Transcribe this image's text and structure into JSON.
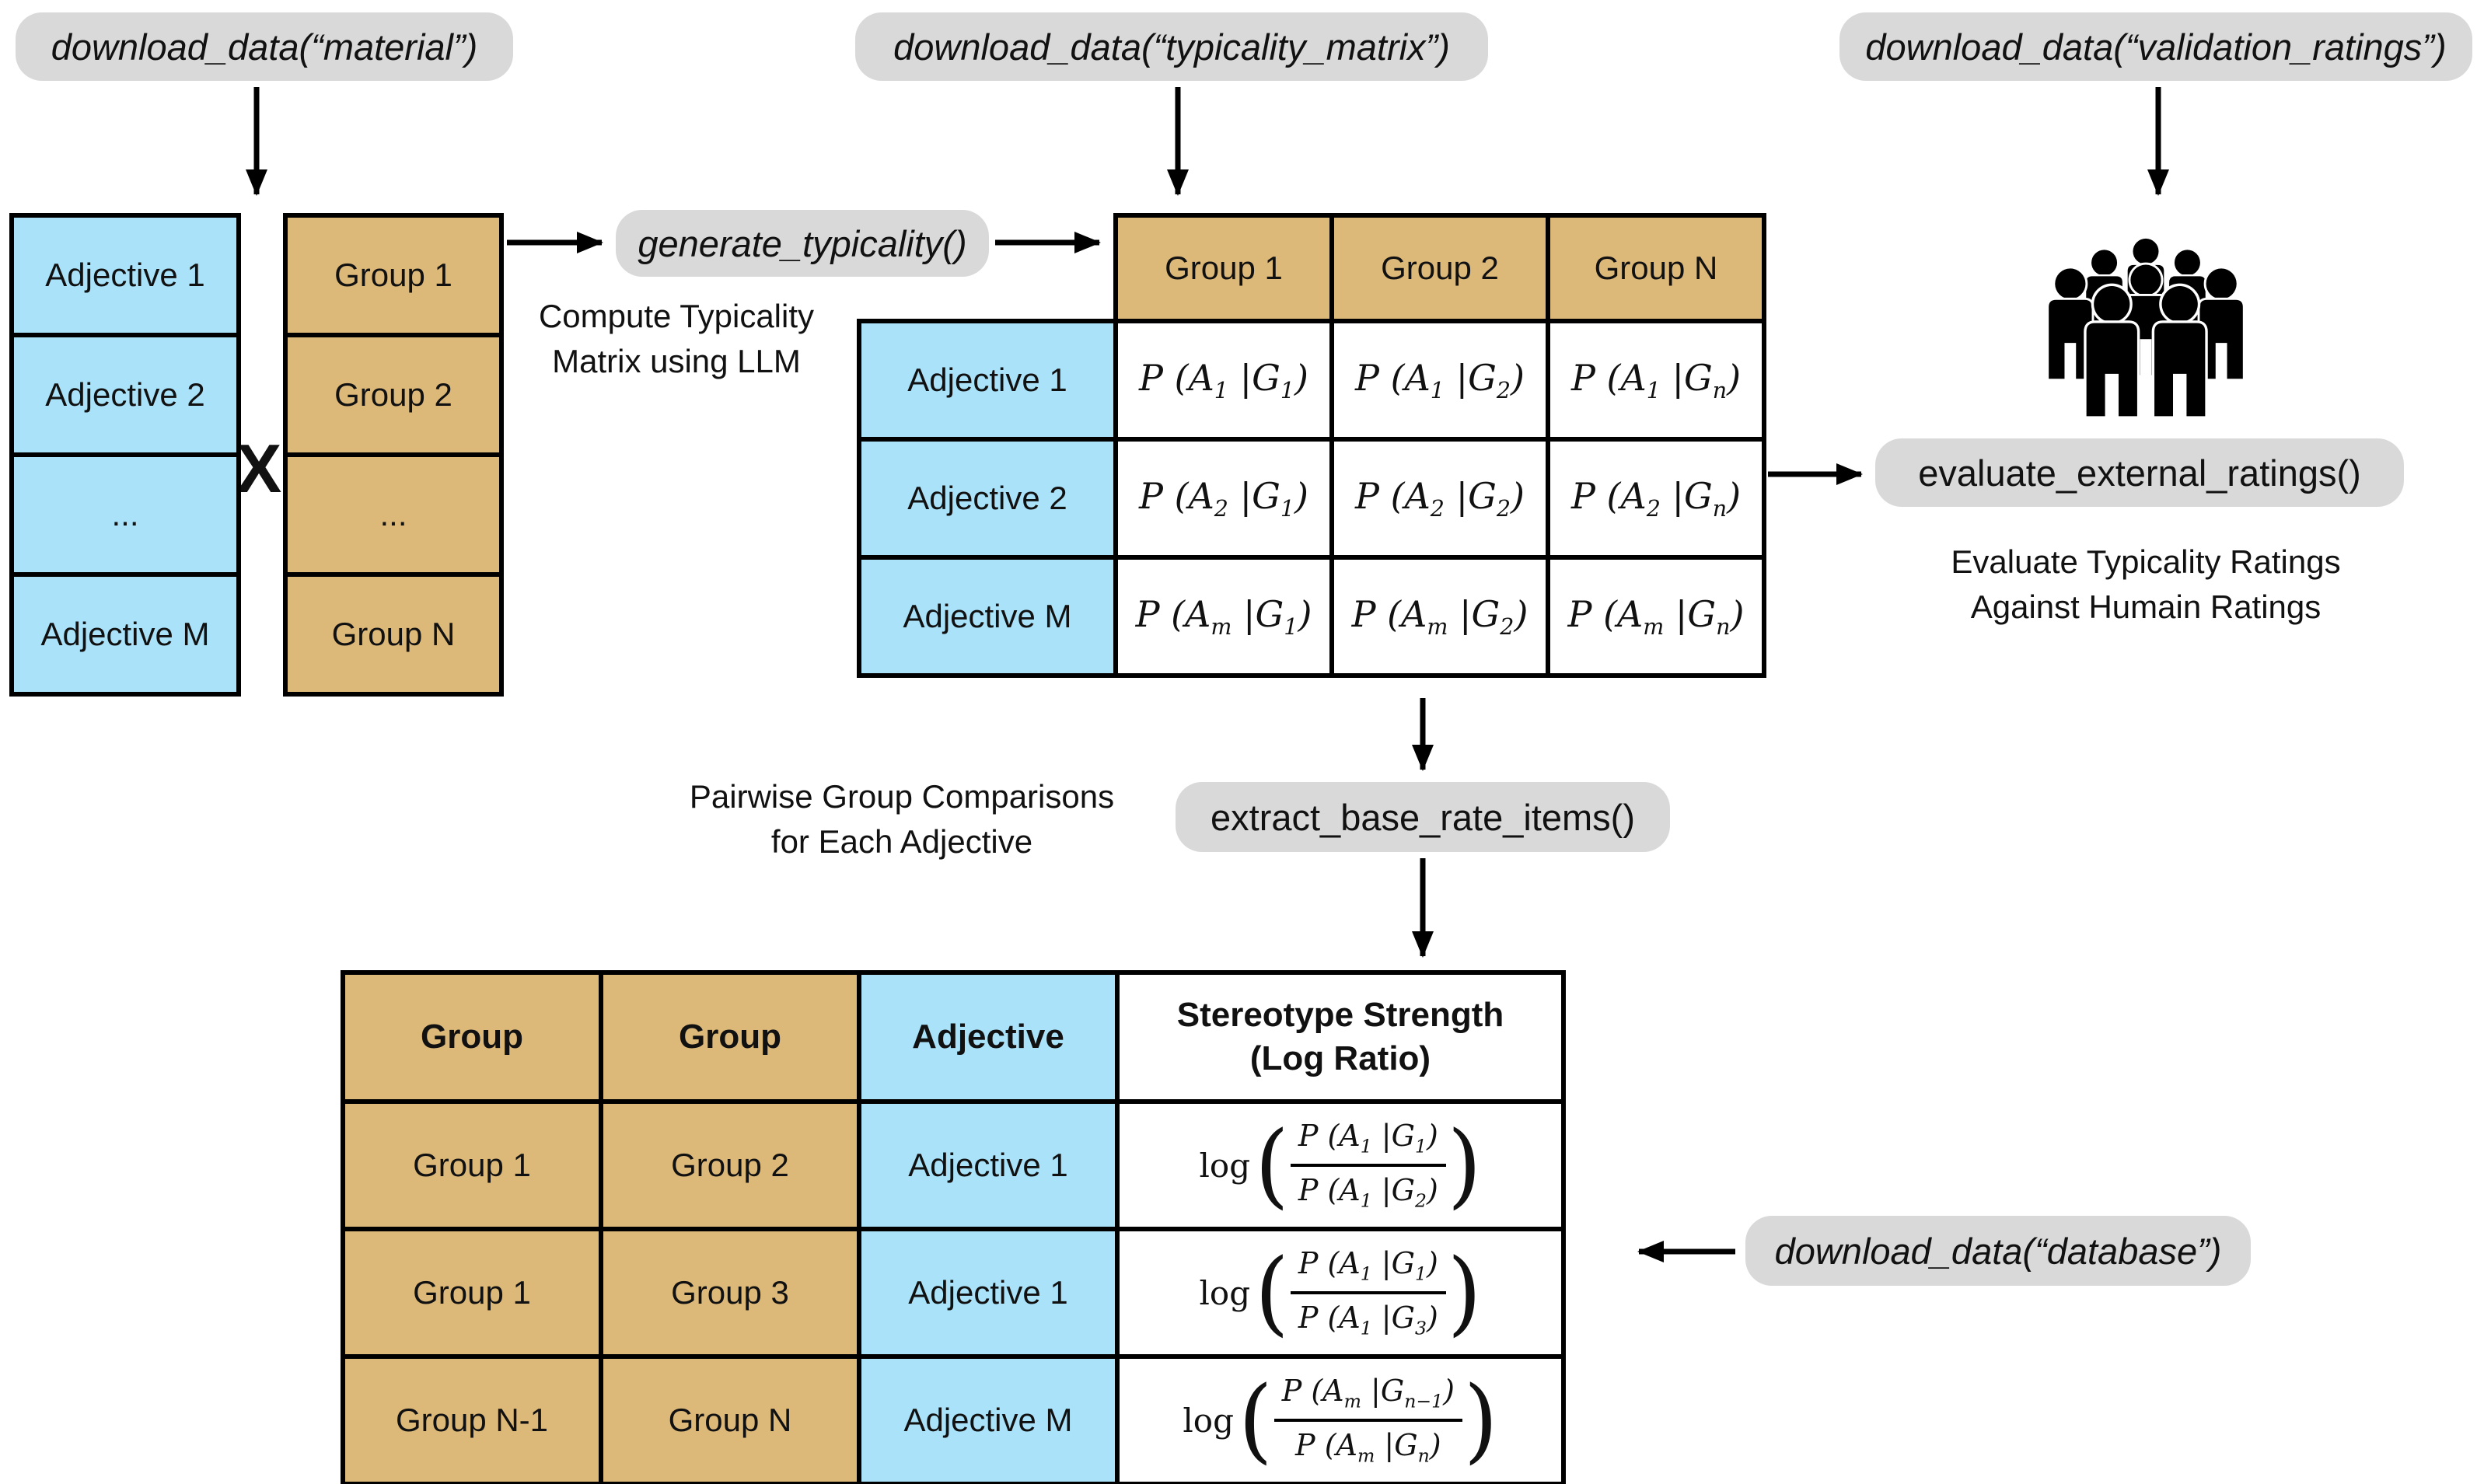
{
  "colors": {
    "adjective_fill": "#A9E2F9",
    "group_fill": "#DCB879",
    "pill_fill": "#D9D9D9",
    "border": "#000000",
    "background": "#FFFFFF",
    "icon": "#000000"
  },
  "pills": {
    "material": "download_data(“material”)",
    "typicality_matrix": "download_data(“typicality_matrix”)",
    "validation_ratings": "download_data(“validation_ratings”)",
    "generate_typicality": "generate_typicality()",
    "evaluate_external_ratings": "evaluate_external_ratings()",
    "extract_base_rate_items": "extract_base_rate_items()",
    "database": "download_data(“database”)"
  },
  "annotations": {
    "compute_typicality": [
      "Compute Typicality",
      "Matrix using LLM"
    ],
    "pairwise": [
      "Pairwise Group Comparisons",
      "for Each Adjective"
    ],
    "evaluate": [
      "Evaluate Typicality Ratings",
      "Against Humain Ratings"
    ],
    "cross_product": "X"
  },
  "adjective_table": {
    "rows": [
      "Adjective 1",
      "Adjective 2",
      "...",
      "Adjective M"
    ]
  },
  "group_table": {
    "rows": [
      "Group 1",
      "Group 2",
      "...",
      "Group N"
    ]
  },
  "typicality_matrix": {
    "col_headers": [
      "Group 1",
      "Group 2",
      "Group N"
    ],
    "row_headers": [
      "Adjective 1",
      "Adjective 2",
      "Adjective M"
    ],
    "cells": [
      [
        "P (A~1~ |G~1~)",
        "P (A~1~ |G~2~)",
        "P (A~1~ |G~n~)"
      ],
      [
        "P (A~2~ |G~1~)",
        "P (A~2~ |G~2~)",
        "P (A~2~ |G~n~)"
      ],
      [
        "P (A~m~ |G~1~)",
        "P (A~m~ |G~2~)",
        "P (A~m~ |G~n~)"
      ]
    ]
  },
  "base_rate_table": {
    "headers": [
      "Group",
      "Group",
      "Adjective"
    ],
    "strength_header": [
      "Stereotype Strength",
      "(Log Ratio)"
    ],
    "log_label": "log",
    "paren_open": "(",
    "paren_close": ")",
    "rows": [
      {
        "group_a": "Group 1",
        "group_b": "Group 2",
        "adjective": "Adjective 1",
        "num": "P (A~1~ |G~1~)",
        "den": "P (A~1~ |G~2~)"
      },
      {
        "group_a": "Group 1",
        "group_b": "Group 3",
        "adjective": "Adjective 1",
        "num": "P (A~1~ |G~1~)",
        "den": "P (A~1~ |G~3~)"
      },
      {
        "group_a": "Group N-1",
        "group_b": "Group N",
        "adjective": "Adjective M",
        "num": "P (A~m~ |G~n−1~)",
        "den": "P (A~m~ |G~n~)"
      }
    ]
  }
}
